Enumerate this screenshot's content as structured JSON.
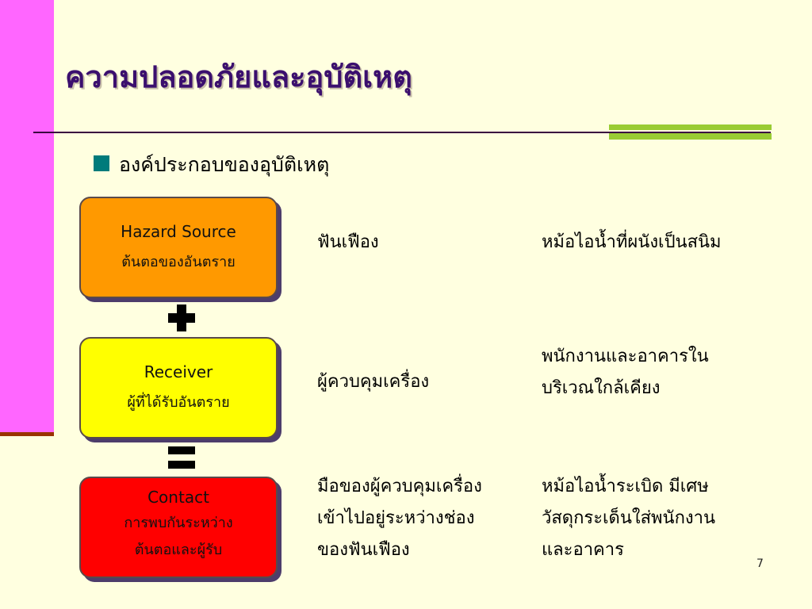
{
  "slide": {
    "title": "ความปลอดภัยและอุบัติเหตุ",
    "bullet": "องค์ประกอบของอุบัติเหตุ",
    "page_number": "7"
  },
  "boxes": {
    "hazard": {
      "en": "Hazard Source",
      "th": "ต้นตอของอันตราย"
    },
    "receiver": {
      "en": "Receiver",
      "th": "ผู้ที่ได้รับอันตราย"
    },
    "contact": {
      "en": "Contact",
      "th1": "การพบกันระหว่าง",
      "th2": "ต้นตอและผู้รับ"
    }
  },
  "operators": {
    "plus": "plus-icon",
    "equals": "equals-icon"
  },
  "examples": {
    "row1": {
      "col1": [
        "ฟันเฟือง"
      ],
      "col2": [
        "หม้อไอน้ำที่ผนังเป็นสนิม"
      ]
    },
    "row2": {
      "col1": [
        "ผู้ควบคุมเครื่อง"
      ],
      "col2": [
        "พนักงานและอาคารใน",
        "บริเวณใกล้เคียง"
      ]
    },
    "row3": {
      "col1": [
        "มือของผู้ควบคุมเครื่อง",
        "เข้าไปอยู่ระหว่างช่อง",
        "ของฟันเฟือง"
      ],
      "col2": [
        "หม้อไอน้ำระเบิด มีเศษ",
        "วัสดุกระเด็นใส่พนักงาน",
        "และอาคาร"
      ]
    }
  },
  "colors": {
    "background": "#ffffe0",
    "left_bar": "#ff66ff",
    "title": "#3b0f6e",
    "accent_stripe": "#99cc33",
    "bullet": "#007b7b",
    "hazard_box": "#ff9900",
    "receiver_box": "#ffff00",
    "contact_box": "#ff0000"
  }
}
